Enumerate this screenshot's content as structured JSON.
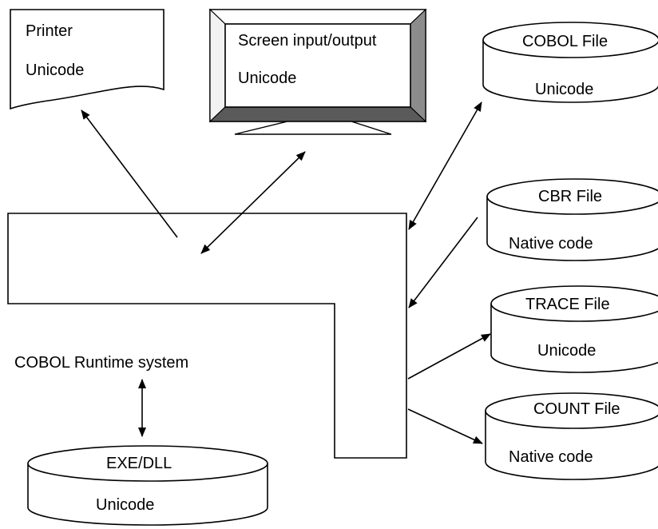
{
  "printer": {
    "title": "Printer",
    "encoding": "Unicode"
  },
  "screen": {
    "title": "Screen input/output",
    "encoding": "Unicode"
  },
  "cobol_file": {
    "title": "COBOL File",
    "encoding": "Unicode"
  },
  "cbr_file": {
    "title": "CBR File",
    "encoding": "Native code"
  },
  "trace_file": {
    "title": "TRACE File",
    "encoding": "Unicode"
  },
  "count_file": {
    "title": "COUNT File",
    "encoding": "Native code"
  },
  "runtime": {
    "label": "COBOL Runtime system"
  },
  "exe_dll": {
    "title": "EXE/DLL",
    "encoding": "Unicode"
  }
}
